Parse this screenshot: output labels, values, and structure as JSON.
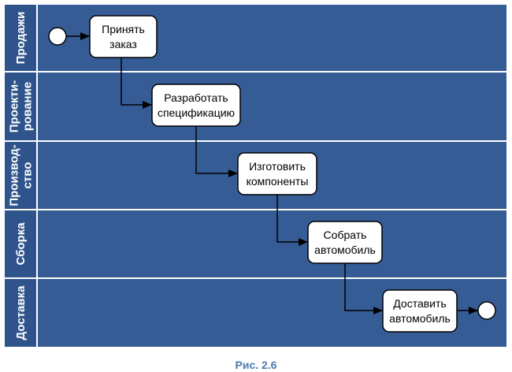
{
  "colors": {
    "lane_fill": "#365c96",
    "lane_label_fill": "#2f548c",
    "lane_border": "#ffffff",
    "task_fill": "#ffffff",
    "task_border": "#000000",
    "flow": "#000000",
    "caption": "#4a7ab0"
  },
  "lanes": [
    {
      "label_lines": [
        "Продажи"
      ]
    },
    {
      "label_lines": [
        "Проекти-",
        "рование"
      ]
    },
    {
      "label_lines": [
        "Производ-",
        "ство"
      ]
    },
    {
      "label_lines": [
        "Сборка"
      ]
    },
    {
      "label_lines": [
        "Доставка"
      ]
    }
  ],
  "tasks": [
    {
      "lines": [
        "Принять",
        "заказ"
      ]
    },
    {
      "lines": [
        "Разработать",
        "спецификацию"
      ]
    },
    {
      "lines": [
        "Изготовить",
        "компоненты"
      ]
    },
    {
      "lines": [
        "Собрать",
        "автомобиль"
      ]
    },
    {
      "lines": [
        "Доставить",
        "автомобиль"
      ]
    }
  ],
  "events": {
    "start": "start-event",
    "end": "end-event"
  },
  "caption": "Рис. 2.6"
}
